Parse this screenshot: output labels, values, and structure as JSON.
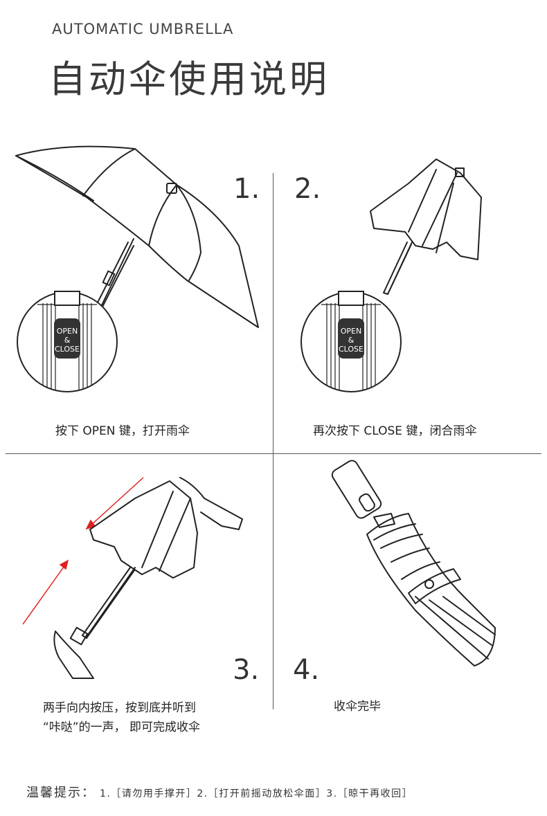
{
  "header": {
    "subtitle": "AUTOMATIC UMBRELLA",
    "title": "自动伞使用说明"
  },
  "steps": [
    {
      "number": "1.",
      "caption": "按下 OPEN 键，打开雨伞"
    },
    {
      "number": "2.",
      "caption": "再次按下 CLOSE 键，闭合雨伞"
    },
    {
      "number": "3.",
      "caption_line1": "两手向内按压，按到底并听到",
      "caption_line2": "“咔哒”的一声， 即可完成收伞"
    },
    {
      "number": "4.",
      "caption": "收伞完毕"
    }
  ],
  "button_badge": {
    "line1": "OPEN",
    "line2": "&",
    "line3": "CLOSE"
  },
  "tips": {
    "label": "温馨提示：",
    "items": "1.［请勿用手撑开］2.［打开前摇动放松伞面］3.［晾干再收回］"
  },
  "colors": {
    "line": "#222222",
    "arrow": "#e02020",
    "badge": "#333333"
  }
}
